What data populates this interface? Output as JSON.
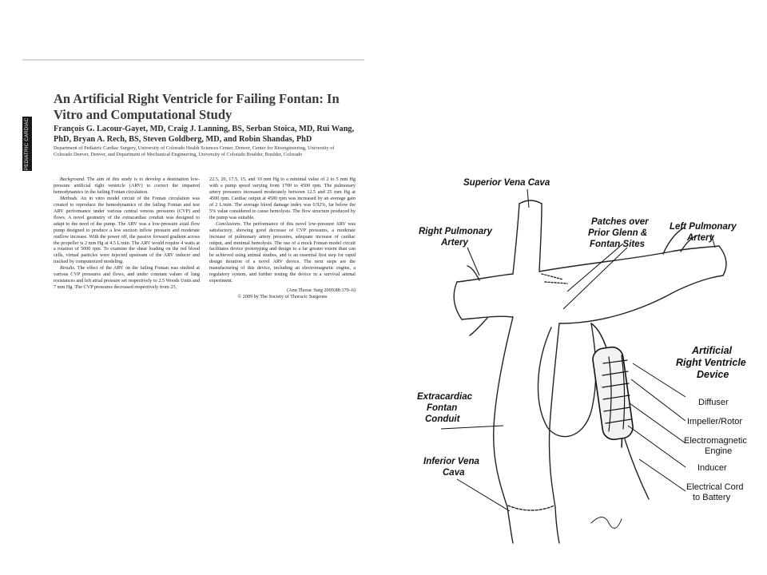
{
  "article": {
    "side_tab": "PEDIATRIC CARDIAC",
    "title": "An Artificial Right Ventricle for Failing Fontan: In Vitro and Computational Study",
    "authors": "François G. Lacour-Gayet, MD, Craig J. Lanning, BS, Serban Stoica, MD, Rui Wang, PhD, Bryan A. Rech, BS, Steven Goldberg, MD, and Robin Shandas, PhD",
    "affiliation": "Department of Pediatric Cardiac Surgery, University of Colorado Health Sciences Center, Denver, Center for Bioengineering, University of Colorado Denver, Denver, and Department of Mechanical Engineering, University of Colorado Boulder, Boulder, Colorado",
    "abstract_left": {
      "background_label": "Background.",
      "background": "The aim of this study is to develop a destination low-pressure artificial right ventricle (ARV) to correct the impaired hemodynamics in the failing Fontan circulation.",
      "methods_label": "Methods.",
      "methods": "An in vitro model circuit of the Fontan circulation was created to reproduce the hemodynamics of the failing Fontan and test ARV performance under various central venous pressures (CVP) and flows. A novel geometry of the extracardiac conduit was designed to adapt to the need of the pump. The ARV was a low-pressure axial flow pump designed to produce a low suction inflow pressure and moderate outflow increase. With the power off, the passive forward gradient across the propeller is 2 mm Hg at 4.5 L/min. The ARV would require 4 watts at a rotation of 5000 rpm. To examine the shear loading on the red blood cells, virtual particles were injected upstream of the ARV inducer and tracked by computerized modeling.",
      "results_label": "Results.",
      "results": "The effect of the ARV on the failing Fontan was studied at various CVP pressures and flows, and under constant values of lung resistances and left atrial pressure set respectively to 2.5 Woods Units and 7 mm Hg. The CVP pressures decreased respectively from 25,"
    },
    "abstract_right": {
      "results_cont": "22.5, 20, 17.5, 15, and 10 mm Hg to a minimal value of 2 to 5 mm Hg with a pump speed varying from 1700 to 4500 rpm. The pulmonary artery pressures increased moderately between 12.5 and 25 mm Hg at 4500 rpm. Cardiac output at 4500 rpm was increased by an average gain of 2 L/min. The average blood damage index was 0.92%, far below the 5% value considered to cause hemolysis. The flow structure produced by the pump was suitable.",
      "conclusions_label": "Conclusions.",
      "conclusions": "The performance of this novel low-pressure ARV was satisfactory, showing good decrease of CVP pressures, a moderate increase of pulmonary artery pressures, adequate increase of cardiac output, and minimal hemolysis. The use of a mock Fontan model circuit facilitates device prototyping and design to a far greater extent than can be achieved using animal studies, and is an essential first step for rapid design iteration of a novel ARV device. The next steps are the manufacturing of this device, including an electromagnetic engine, a regulatory system, and further testing the device in a survival animal experiment.",
      "citation": "(Ann Thorac Surg 2009;88:170–6)",
      "copyright": "© 2009 by The Society of Thoracic Surgeons"
    }
  },
  "diagram": {
    "superior_vena_cava": "Superior Vena Cava",
    "right_pulmonary_artery": [
      "Right Pulmonary",
      "Artery"
    ],
    "patches": [
      "Patches over",
      "Prior Glenn &",
      "Fontan Sites"
    ],
    "left_pulmonary_artery": [
      "Left Pulmonary",
      "Artery"
    ],
    "device_title": [
      "Artificial",
      "Right Ventricle",
      "Device"
    ],
    "extracardiac_conduit": [
      "Extracardiac",
      "Fontan",
      "Conduit"
    ],
    "inferior_vena_cava": [
      "Inferior Vena",
      "Cava"
    ],
    "parts": [
      "Diffuser",
      "Impeller/Rotor",
      "Electromagnetic",
      "Engine",
      "Inducer",
      "Electrical Cord",
      "to Battery"
    ]
  }
}
